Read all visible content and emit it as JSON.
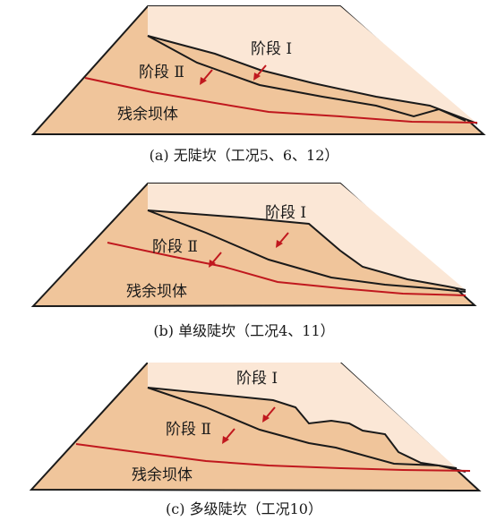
{
  "panels": [
    {
      "caption": "(a) 无陡坎（工况5、6、12）",
      "stage1_label": "阶段 Ⅰ",
      "stage2_label": "阶段 Ⅱ",
      "residual_label": "残余坝体"
    },
    {
      "caption": "(b) 单级陡坎（工况4、11）",
      "stage1_label": "阶段 Ⅰ",
      "stage2_label": "阶段 Ⅱ",
      "residual_label": "残余坝体"
    },
    {
      "caption": "(c) 多级陡坎（工况10）",
      "stage1_label": "阶段 Ⅰ",
      "stage2_label": "阶段 Ⅱ",
      "residual_label": "残余坝体"
    }
  ],
  "colors": {
    "dam_body": "#f0c59b",
    "stage1_eroded": "#fbe7d6",
    "outline": "#1a1a1a",
    "failure_line": "#c0181e",
    "arrow": "#c0181e"
  }
}
